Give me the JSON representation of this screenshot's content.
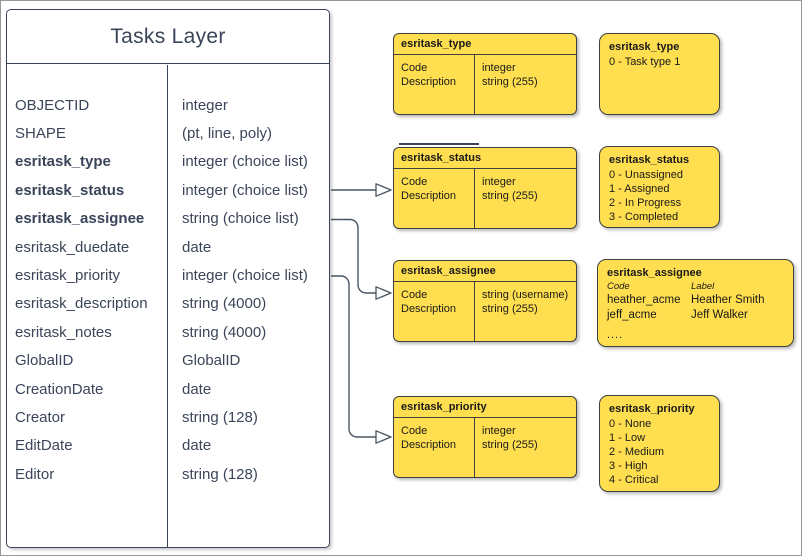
{
  "canvas": {
    "background": "#ffffff",
    "border_color": "#969696"
  },
  "colors": {
    "domain_fill": "#ffde4f",
    "domain_border": "#404040",
    "table_stroke": "#3b4559",
    "connector": "#4a5562"
  },
  "tasks_layer": {
    "title": "Tasks Layer",
    "fields": [
      {
        "name": "OBJECTID",
        "type": "integer",
        "bold": false
      },
      {
        "name": "SHAPE",
        "type": "(pt, line, poly)",
        "bold": false
      },
      {
        "name": "esritask_type",
        "type": "integer (choice list)",
        "bold": true
      },
      {
        "name": "esritask_status",
        "type": "integer (choice list)",
        "bold": true
      },
      {
        "name": "esritask_assignee",
        "type": "string (choice list)",
        "bold": true
      },
      {
        "name": "esritask_duedate",
        "type": "date",
        "bold": false
      },
      {
        "name": "esritask_priority",
        "type": "integer (choice list)",
        "bold": false
      },
      {
        "name": "esritask_description",
        "type": "string (4000)",
        "bold": false
      },
      {
        "name": "esritask_notes",
        "type": "string (4000)",
        "bold": false
      },
      {
        "name": "GlobalID",
        "type": "GlobalID",
        "bold": false
      },
      {
        "name": "CreationDate",
        "type": "date",
        "bold": false
      },
      {
        "name": "Creator",
        "type": "string (128)",
        "bold": false
      },
      {
        "name": "EditDate",
        "type": "date",
        "bold": false
      },
      {
        "name": "Editor",
        "type": "string (128)",
        "bold": false
      }
    ]
  },
  "domains": [
    {
      "id": "type",
      "schema": {
        "title": "esritask_type",
        "rows": [
          {
            "field": "Code",
            "type": "integer"
          },
          {
            "field": "Description",
            "type": "string (255)"
          }
        ]
      },
      "values": {
        "title": "esritask_type",
        "items": [
          "0 - Task type 1"
        ]
      }
    },
    {
      "id": "status",
      "schema": {
        "title": "esritask_status",
        "rows": [
          {
            "field": "Code",
            "type": "integer"
          },
          {
            "field": "Description",
            "type": "string (255)"
          }
        ]
      },
      "values": {
        "title": "esritask_status",
        "items": [
          "0 - Unassigned",
          "1 - Assigned",
          "2 - In Progress",
          "3 - Completed"
        ]
      }
    },
    {
      "id": "assignee",
      "schema": {
        "title": "esritask_assignee",
        "rows": [
          {
            "field": "Code",
            "type": "string (username)"
          },
          {
            "field": "Description",
            "type": "string (255)"
          }
        ]
      },
      "values": {
        "title": "esritask_assignee",
        "columns": [
          "Code",
          "Label"
        ],
        "rows": [
          [
            "heather_acme",
            "Heather Smith"
          ],
          [
            "jeff_acme",
            "Jeff Walker"
          ]
        ],
        "more": "...."
      }
    },
    {
      "id": "priority",
      "schema": {
        "title": "esritask_priority",
        "rows": [
          {
            "field": "Code",
            "type": "integer"
          },
          {
            "field": "Description",
            "type": "string (255)"
          }
        ]
      },
      "values": {
        "title": "esritask_priority",
        "items": [
          "0 - None",
          "1 - Low",
          "2 - Medium",
          "3 - High",
          "4 - Critical"
        ]
      }
    }
  ],
  "connectors": [
    {
      "from_field": "esritask_status",
      "to_domain": "esritask_status"
    },
    {
      "from_field": "esritask_assignee",
      "to_domain": "esritask_assignee"
    },
    {
      "from_field": "esritask_priority",
      "to_domain": "esritask_priority"
    }
  ]
}
